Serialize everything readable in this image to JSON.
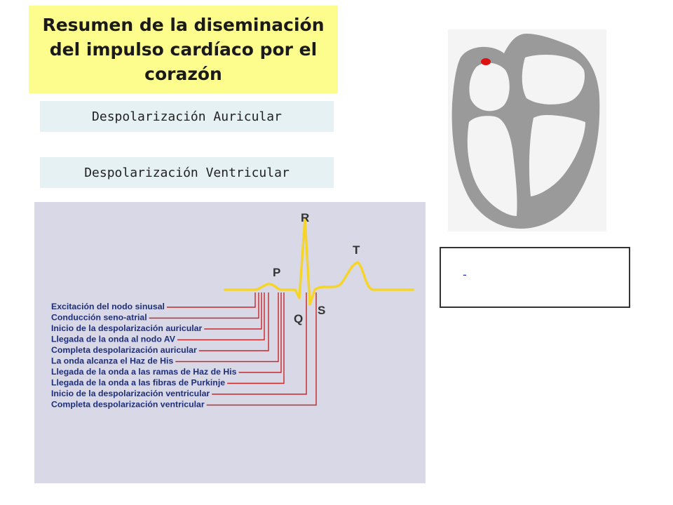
{
  "title": "Resumen de la diseminación del impulso cardíaco por el corazón",
  "labels": {
    "atrial": "Despolarización Auricular",
    "ventricular": "Despolarización Ventricular"
  },
  "ecg": {
    "waves": {
      "p": "P",
      "q": "Q",
      "r": "R",
      "s": "S",
      "t": "T"
    },
    "events": [
      "Excitación del nodo sinusal",
      "Conducción seno-atrial",
      "Inicio de la despolarización auricular",
      "Llegada de la onda al nodo AV",
      "Completa despolarización auricular",
      "La onda alcanza el Haz de His",
      "Llegada de la onda a las ramas de Haz de His",
      "Llegada de la onda a las fibras de Purkinje",
      "Inicio de la despolarización ventricular",
      "Completa despolarización ventricular"
    ]
  },
  "info_box": {
    "text": "-"
  },
  "colors": {
    "title_bg": "#fdfd8d",
    "label_bg": "#e6f1f4",
    "panel_bg": "#d8d8e6",
    "ecg_line": "#f5d52a",
    "marker_lines": "#c62828",
    "event_text": "#1f2f7a",
    "heart_fill": "#9a9a9a",
    "node_dot": "#e01010"
  }
}
